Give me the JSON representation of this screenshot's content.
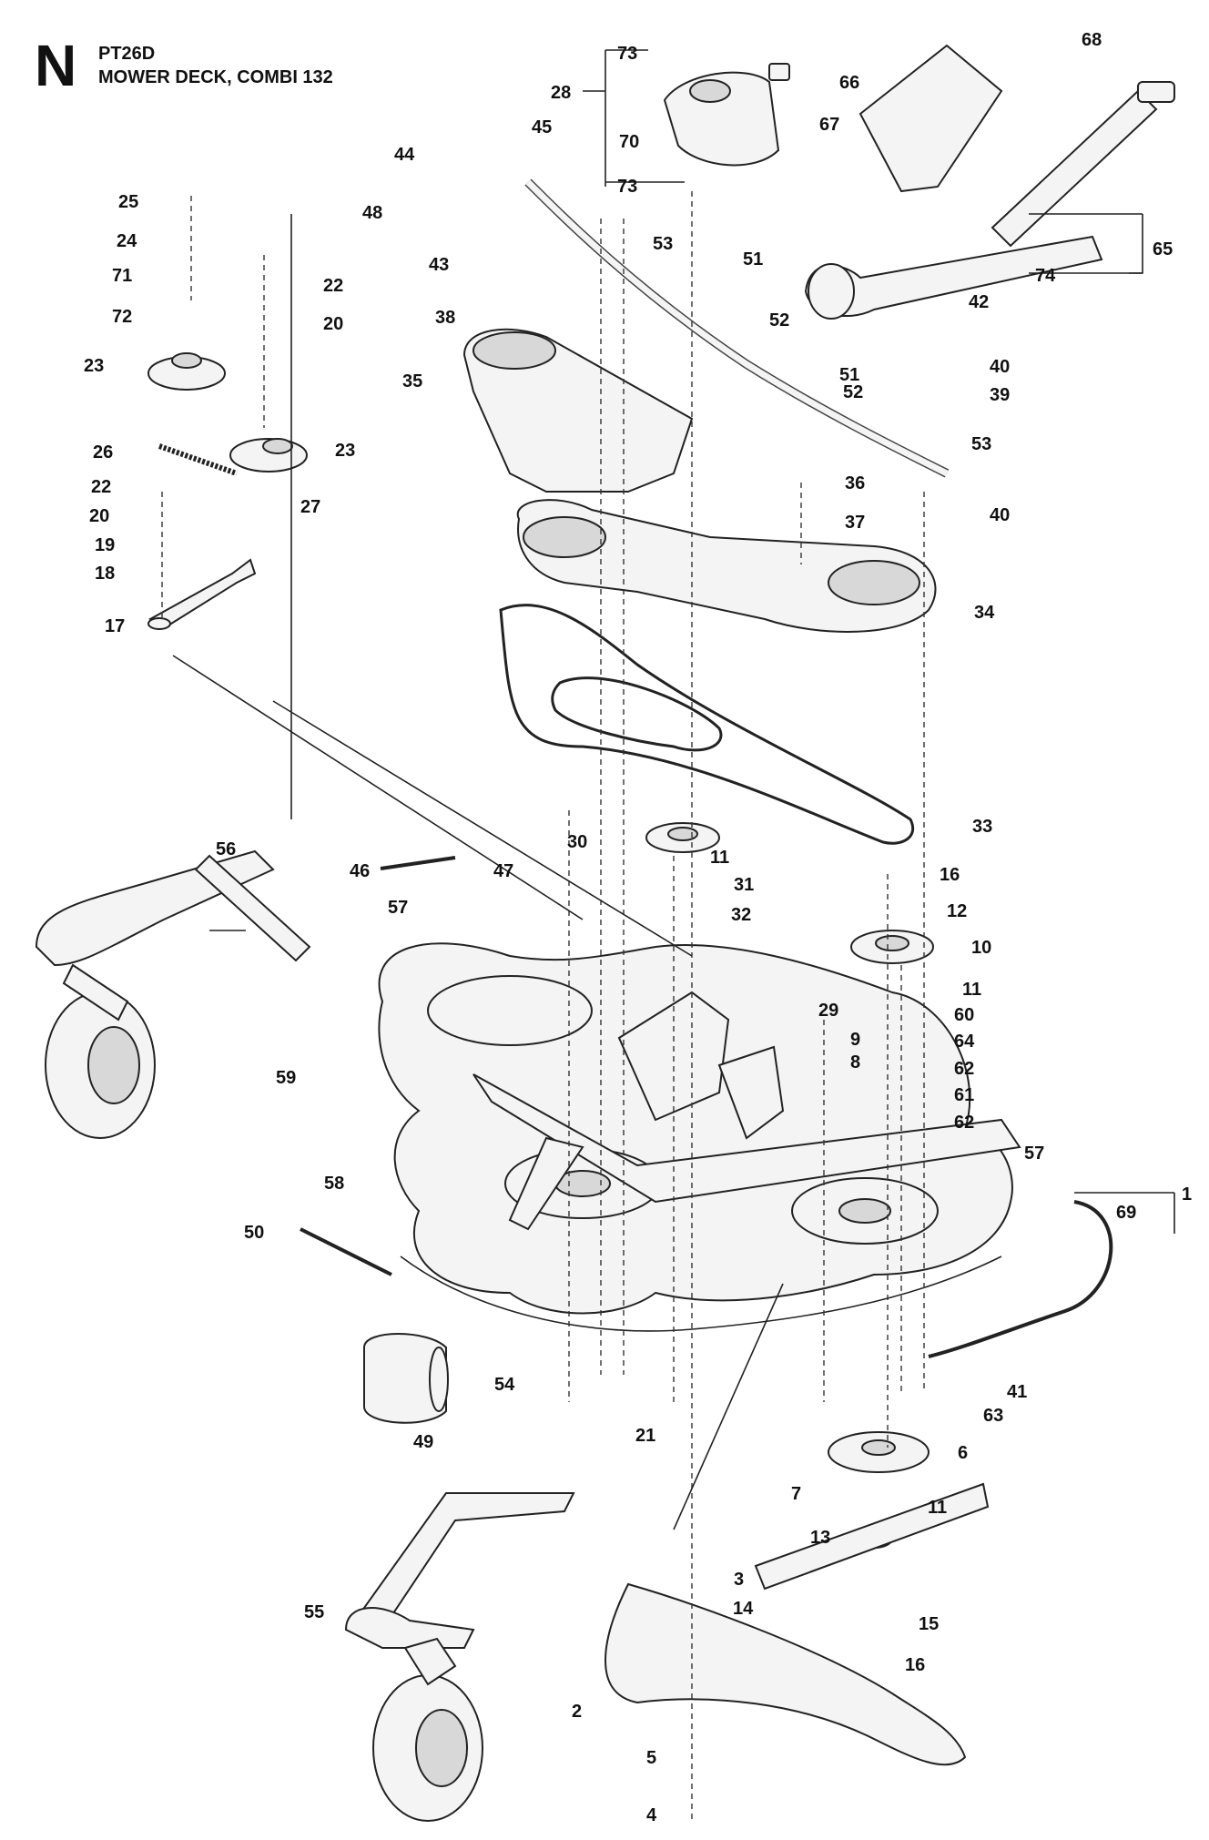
{
  "header": {
    "section_letter": "N",
    "model": "PT26D",
    "title": "MOWER DECK, COMBI 132"
  },
  "callouts": [
    {
      "id": "c1",
      "text": "1"
    },
    {
      "id": "c2",
      "text": "2"
    },
    {
      "id": "c3",
      "text": "3"
    },
    {
      "id": "c4",
      "text": "4"
    },
    {
      "id": "c5",
      "text": "5"
    },
    {
      "id": "c6",
      "text": "6"
    },
    {
      "id": "c7",
      "text": "7"
    },
    {
      "id": "c8",
      "text": "8"
    },
    {
      "id": "c9",
      "text": "9"
    },
    {
      "id": "c10",
      "text": "10"
    },
    {
      "id": "c11a",
      "text": "11"
    },
    {
      "id": "c11b",
      "text": "11"
    },
    {
      "id": "c11c",
      "text": "11"
    },
    {
      "id": "c12",
      "text": "12"
    },
    {
      "id": "c13",
      "text": "13"
    },
    {
      "id": "c14",
      "text": "14"
    },
    {
      "id": "c15",
      "text": "15"
    },
    {
      "id": "c16a",
      "text": "16"
    },
    {
      "id": "c16b",
      "text": "16"
    },
    {
      "id": "c17",
      "text": "17"
    },
    {
      "id": "c18",
      "text": "18"
    },
    {
      "id": "c19",
      "text": "19"
    },
    {
      "id": "c20a",
      "text": "20"
    },
    {
      "id": "c20b",
      "text": "20"
    },
    {
      "id": "c21",
      "text": "21"
    },
    {
      "id": "c22a",
      "text": "22"
    },
    {
      "id": "c22b",
      "text": "22"
    },
    {
      "id": "c23a",
      "text": "23"
    },
    {
      "id": "c23b",
      "text": "23"
    },
    {
      "id": "c24",
      "text": "24"
    },
    {
      "id": "c25",
      "text": "25"
    },
    {
      "id": "c26",
      "text": "26"
    },
    {
      "id": "c27",
      "text": "27"
    },
    {
      "id": "c28",
      "text": "28"
    },
    {
      "id": "c29",
      "text": "29"
    },
    {
      "id": "c30",
      "text": "30"
    },
    {
      "id": "c31",
      "text": "31"
    },
    {
      "id": "c32",
      "text": "32"
    },
    {
      "id": "c33",
      "text": "33"
    },
    {
      "id": "c34",
      "text": "34"
    },
    {
      "id": "c35",
      "text": "35"
    },
    {
      "id": "c36",
      "text": "36"
    },
    {
      "id": "c37",
      "text": "37"
    },
    {
      "id": "c38",
      "text": "38"
    },
    {
      "id": "c39",
      "text": "39"
    },
    {
      "id": "c40a",
      "text": "40"
    },
    {
      "id": "c40b",
      "text": "40"
    },
    {
      "id": "c41",
      "text": "41"
    },
    {
      "id": "c42",
      "text": "42"
    },
    {
      "id": "c43",
      "text": "43"
    },
    {
      "id": "c44",
      "text": "44"
    },
    {
      "id": "c45",
      "text": "45"
    },
    {
      "id": "c46",
      "text": "46"
    },
    {
      "id": "c47",
      "text": "47"
    },
    {
      "id": "c48",
      "text": "48"
    },
    {
      "id": "c49",
      "text": "49"
    },
    {
      "id": "c50",
      "text": "50"
    },
    {
      "id": "c51a",
      "text": "51"
    },
    {
      "id": "c51b",
      "text": "51"
    },
    {
      "id": "c52a",
      "text": "52"
    },
    {
      "id": "c52b",
      "text": "52"
    },
    {
      "id": "c53a",
      "text": "53"
    },
    {
      "id": "c53b",
      "text": "53"
    },
    {
      "id": "c54",
      "text": "54"
    },
    {
      "id": "c55",
      "text": "55"
    },
    {
      "id": "c56",
      "text": "56"
    },
    {
      "id": "c57a",
      "text": "57"
    },
    {
      "id": "c57b",
      "text": "57"
    },
    {
      "id": "c58",
      "text": "58"
    },
    {
      "id": "c59",
      "text": "59"
    },
    {
      "id": "c60",
      "text": "60"
    },
    {
      "id": "c61",
      "text": "61"
    },
    {
      "id": "c62a",
      "text": "62"
    },
    {
      "id": "c62b",
      "text": "62"
    },
    {
      "id": "c63",
      "text": "63"
    },
    {
      "id": "c64",
      "text": "64"
    },
    {
      "id": "c65",
      "text": "65"
    },
    {
      "id": "c66",
      "text": "66"
    },
    {
      "id": "c67",
      "text": "67"
    },
    {
      "id": "c68",
      "text": "68"
    },
    {
      "id": "c69",
      "text": "69"
    },
    {
      "id": "c70",
      "text": "70"
    },
    {
      "id": "c71",
      "text": "71"
    },
    {
      "id": "c72",
      "text": "72"
    },
    {
      "id": "c73a",
      "text": "73"
    },
    {
      "id": "c73b",
      "text": "73"
    },
    {
      "id": "c74",
      "text": "74"
    }
  ]
}
